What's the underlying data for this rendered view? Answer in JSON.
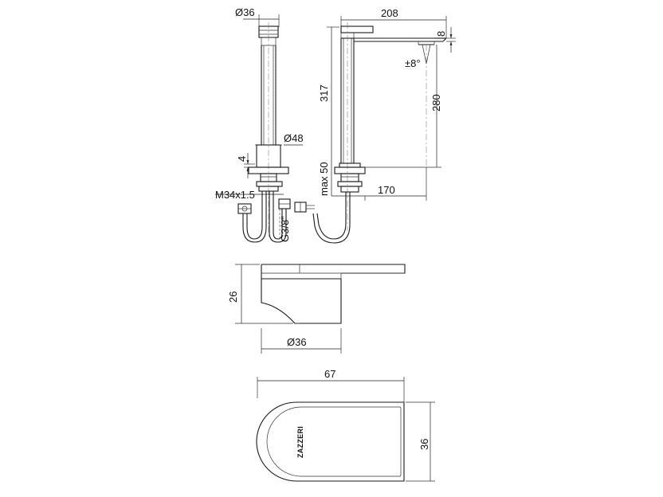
{
  "dimensions": {
    "side_diameter_top": "Ø36",
    "side_diameter_base": "Ø48",
    "base_height": "4",
    "thread": "M34x1.5",
    "connection": "G3/8\"",
    "max_thickness": "max 50",
    "total_height": "317",
    "spout_reach": "208",
    "spout_thickness": "8",
    "spout_angle": "±8°",
    "spout_height": "280",
    "base_to_spout": "170",
    "handle_height": "26",
    "handle_diameter": "Ø36",
    "top_length": "67",
    "top_width": "36"
  },
  "brand": "ZAZZERI"
}
